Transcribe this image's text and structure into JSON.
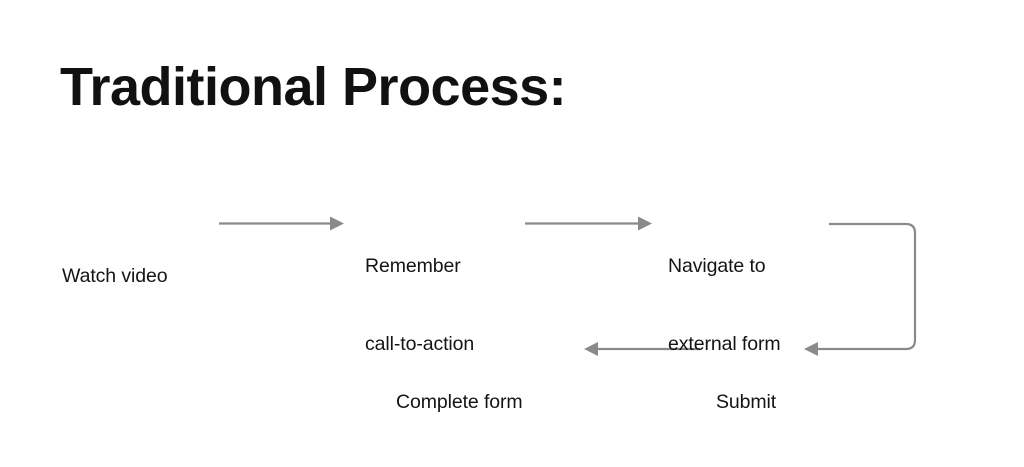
{
  "slide": {
    "title": "Traditional Process:",
    "background_color": "#ffffff",
    "text_color": "#141414",
    "connector_color": "#8a8a8a"
  },
  "flow": {
    "nodes": [
      {
        "id": "watch-video",
        "lines": [
          "Watch video"
        ]
      },
      {
        "id": "remember-cta",
        "lines": [
          "Remember",
          "call-to-action"
        ]
      },
      {
        "id": "navigate-form",
        "lines": [
          "Navigate to",
          "external form"
        ]
      },
      {
        "id": "submit",
        "lines": [
          "Submit"
        ]
      },
      {
        "id": "complete-form",
        "lines": [
          "Complete form"
        ]
      }
    ],
    "connectors": [
      {
        "id": "watch-to-remember",
        "from": "watch-video",
        "to": "remember-cta",
        "direction": "right",
        "shape": "straight"
      },
      {
        "id": "remember-to-navigate",
        "from": "remember-cta",
        "to": "navigate-form",
        "direction": "right",
        "shape": "straight"
      },
      {
        "id": "navigate-to-submit",
        "from": "navigate-form",
        "to": "submit",
        "direction": "left",
        "shape": "elbow-rounded"
      },
      {
        "id": "submit-to-complete",
        "from": "submit",
        "to": "complete-form",
        "direction": "left",
        "shape": "straight"
      }
    ]
  }
}
